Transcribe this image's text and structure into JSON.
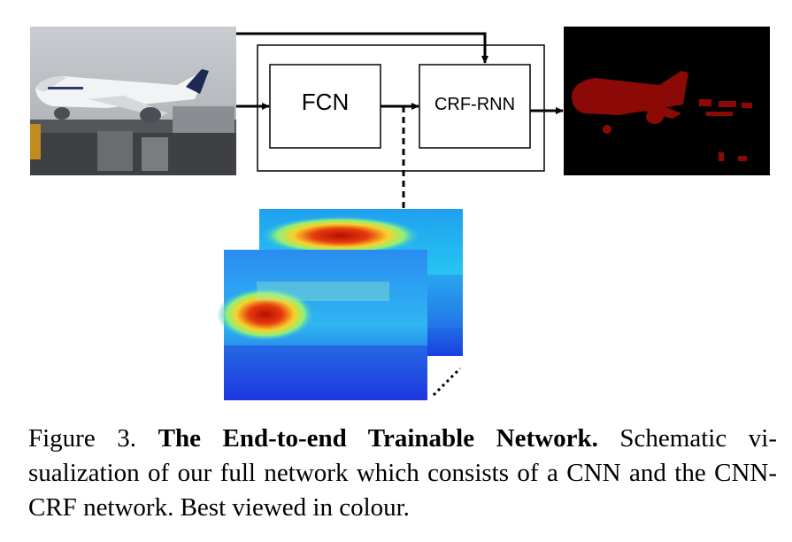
{
  "diagram": {
    "nodes": {
      "fcn": "FCN",
      "crf_rnn": "CRF-RNN"
    },
    "colors": {
      "segmentation_background": "#000000",
      "segmentation_object": "#8b0a06",
      "heatmap_cold": "#1a2bd8",
      "heatmap_hot": "#c21500"
    },
    "images": [
      "airplane-photo",
      "segmentation-output",
      "heatmap-front",
      "heatmap-back"
    ]
  },
  "caption": {
    "line1_prefix": "Figure 3.",
    "title": "The End-to-end Trainable Network.",
    "line1_suffix": "Schematic vi-",
    "rest": "sualization of our full network which consists of a CNN and the CNN-CRF network. Best viewed in colour."
  }
}
